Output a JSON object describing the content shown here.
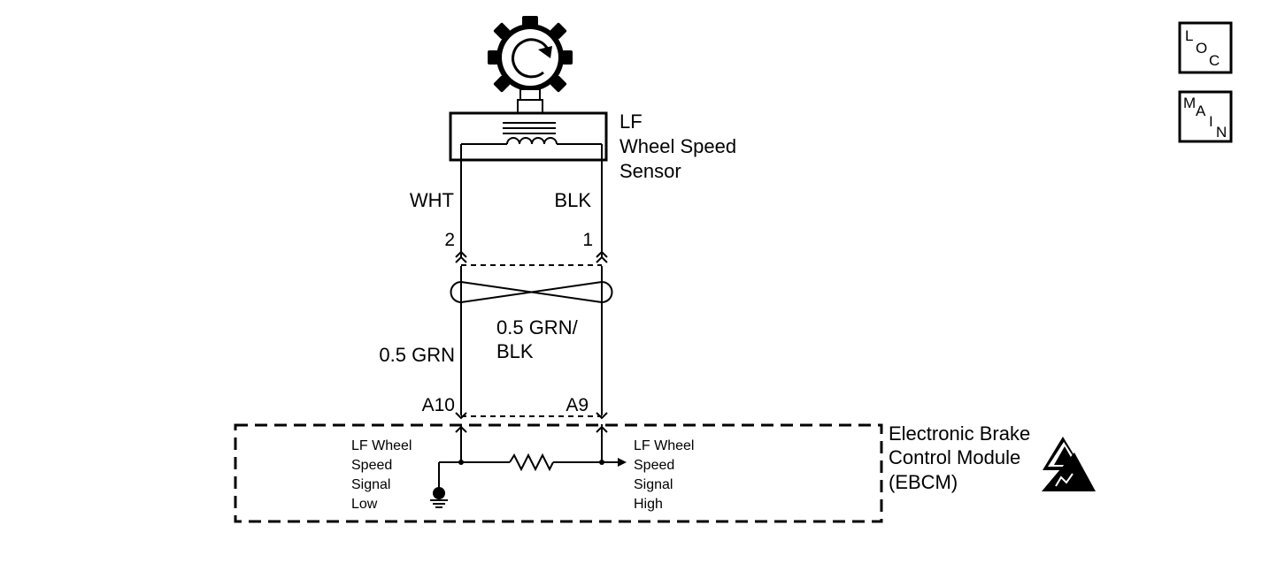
{
  "sensor": {
    "name_line1": "LF",
    "name_line2": "Wheel Speed",
    "name_line3": "Sensor"
  },
  "wires": {
    "upper_left_color": "WHT",
    "upper_right_color": "BLK",
    "lower_left_color": "0.5 GRN",
    "lower_right_color_line1": "0.5 GRN/",
    "lower_right_color_line2": "BLK"
  },
  "connector_upper": {
    "left_pin": "2",
    "right_pin": "1"
  },
  "connector_lower": {
    "left_pin": "A10",
    "right_pin": "A9"
  },
  "ebcm": {
    "name_line1": "Electronic Brake",
    "name_line2": "Control Module",
    "name_line3": "(EBCM)",
    "signal_low": [
      "LF Wheel",
      "Speed",
      "Signal",
      "Low"
    ],
    "signal_high": [
      "LF Wheel",
      "Speed",
      "Signal",
      "High"
    ]
  },
  "nav": {
    "loc": {
      "c1": "L",
      "c2": "O",
      "c3": "C"
    },
    "main": {
      "c1": "M",
      "c2": "A",
      "c3": "I",
      "c4": "N"
    }
  },
  "icons": {
    "tone_wheel": "tone-wheel-icon",
    "coil": "coil-icon",
    "resistor": "resistor-icon",
    "ground": "ground-icon",
    "esd_warning": "esd-warning-icon"
  }
}
